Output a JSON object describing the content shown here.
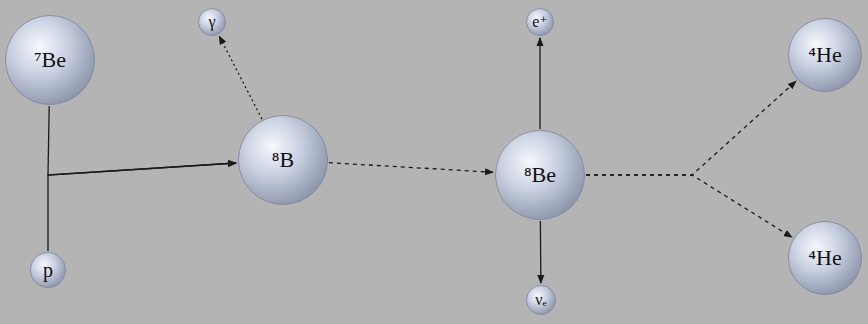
{
  "diagram": {
    "nodes": [
      {
        "text": [
          "⁷Be"
        ]
      },
      {
        "text": [
          "p"
        ]
      },
      {
        "text": [
          "γ"
        ]
      },
      {
        "text": [
          "⁸B"
        ]
      },
      {
        "text": [
          "e⁺"
        ]
      },
      {
        "text": [
          "⁸Be"
        ]
      },
      {
        "text": [
          "νₑ"
        ]
      },
      {
        "text": [
          "⁴He"
        ]
      },
      {
        "text": [
          "⁴He"
        ]
      }
    ],
    "edges": [
      {
        "from": 0,
        "to": 3,
        "arrow": "to"
      },
      {
        "from": 1,
        "to": 3,
        "arrow": "to"
      },
      {
        "from": 3,
        "to": 2,
        "arrow": "to"
      },
      {
        "from": 3,
        "to": 5,
        "arrow": "to"
      },
      {
        "from": 5,
        "to": 4,
        "arrow": "to"
      },
      {
        "from": 5,
        "to": 6,
        "arrow": "to"
      },
      {
        "from": 5,
        "to": 7,
        "arrow": "to"
      },
      {
        "from": 5,
        "to": 8,
        "arrow": "to"
      }
    ]
  }
}
